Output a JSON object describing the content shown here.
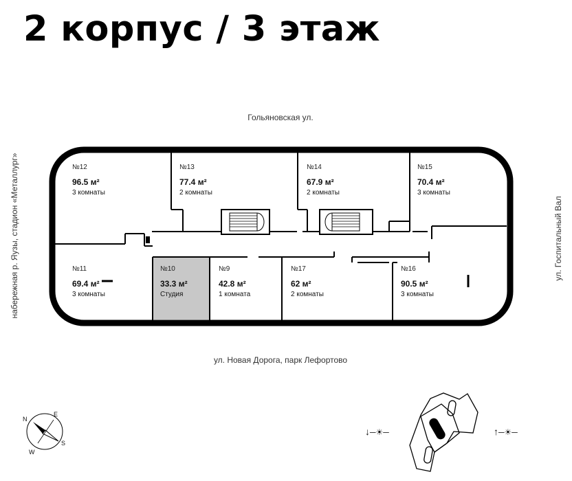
{
  "header": {
    "title": "2 корпус / 3 этаж"
  },
  "streets": {
    "top": "Гольяновская ул.",
    "bottom": "ул. Новая Дорога, парк Лефортово",
    "left": "набережная р. Яузы, стадион «Металлург»",
    "right": "ул. Госпитальный Вал"
  },
  "apartments": [
    {
      "number": "№12",
      "area": "96.5 м²",
      "rooms": "3 комнаты"
    },
    {
      "number": "№13",
      "area": "77.4 м²",
      "rooms": "2 комнаты"
    },
    {
      "number": "№14",
      "area": "67.9 м²",
      "rooms": "2 комнаты"
    },
    {
      "number": "№15",
      "area": "70.4 м²",
      "rooms": "3 комнаты"
    },
    {
      "number": "№11",
      "area": "69.4 м²",
      "rooms": "3 комнаты"
    },
    {
      "number": "№10",
      "area": "33.3 м²",
      "rooms": "Студия",
      "highlighted": true
    },
    {
      "number": "№9",
      "area": "42.8 м²",
      "rooms": "1 комната"
    },
    {
      "number": "№17",
      "area": "62 м²",
      "rooms": "2 комнаты"
    },
    {
      "number": "№16",
      "area": "90.5 м²",
      "rooms": "3 комнаты"
    }
  ],
  "compass": {
    "n": "N",
    "e": "E",
    "s": "S",
    "w": "W"
  },
  "colors": {
    "wall": "#000000",
    "highlight": "#c8c8c8",
    "text": "#111111"
  },
  "icons": {
    "sunrise": "sunrise-icon",
    "sunset": "sunset-icon"
  }
}
